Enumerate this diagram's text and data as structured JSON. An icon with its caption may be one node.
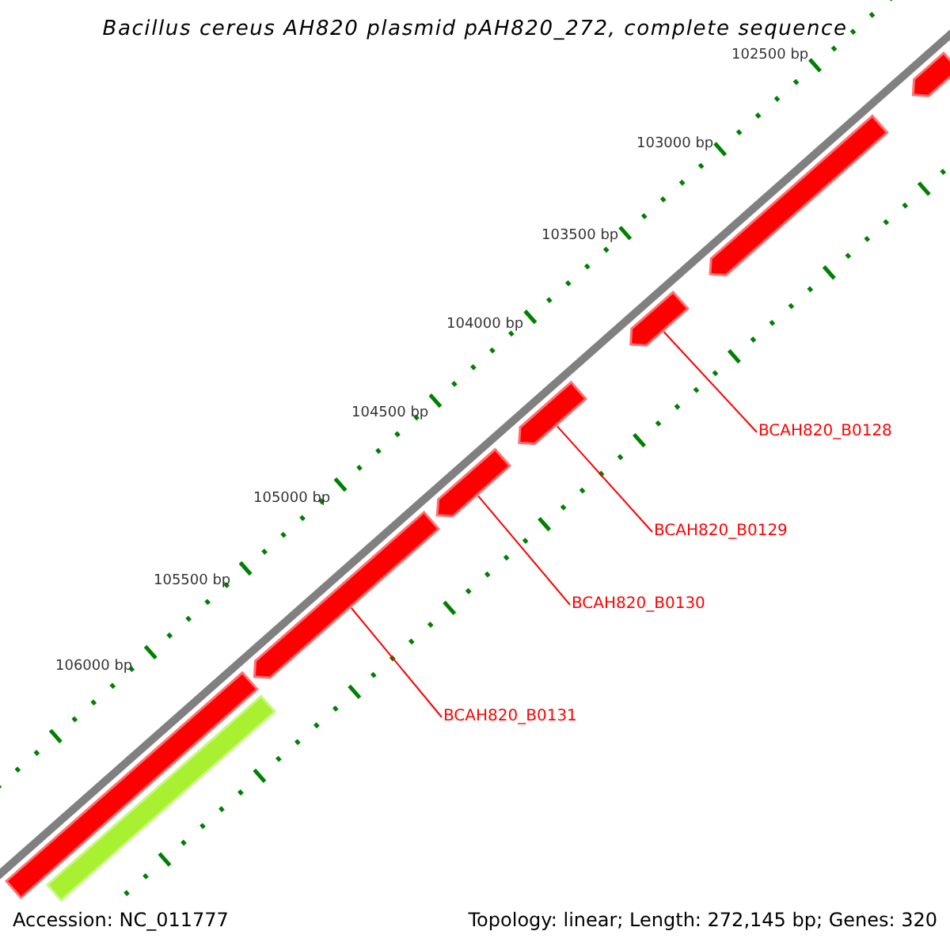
{
  "diagram": {
    "title": "Bacillus cereus AH820 plasmid pAH820_272, complete sequence",
    "nodes": [
      {
        "text": [
          "BCAH820_B0128"
        ]
      },
      {
        "text": [
          "BCAH820_B0129"
        ]
      },
      {
        "text": [
          "BCAH820_B0130"
        ]
      },
      {
        "text": [
          "BCAH820_B0131"
        ]
      },
      {
        "text": [],
        "shape": "arrow"
      },
      {
        "text": [],
        "shape": "arrow"
      },
      {
        "text": [],
        "shape": "arrow"
      },
      {
        "text": [],
        "shape": "arrow"
      },
      {
        "text": [],
        "shape": "arrow"
      },
      {
        "text": [],
        "shape": "arrow"
      },
      {
        "text": [],
        "shape": "bar"
      },
      {
        "text": [],
        "shape": "bar"
      }
    ],
    "edges": [
      {
        "from": 0,
        "to": 6,
        "arrow": "none"
      },
      {
        "from": 1,
        "to": 7,
        "arrow": "none"
      },
      {
        "from": 2,
        "to": 8,
        "arrow": "none"
      },
      {
        "from": 3,
        "to": 9,
        "arrow": "none"
      }
    ],
    "labels": [
      "102500 bp",
      "103000 bp",
      "103500 bp",
      "104000 bp",
      "104500 bp",
      "105000 bp",
      "105500 bp",
      "106000 bp",
      "Accession: NC_011777",
      "Topology: linear; Length: 272,145 bp; Genes: 320"
    ]
  }
}
